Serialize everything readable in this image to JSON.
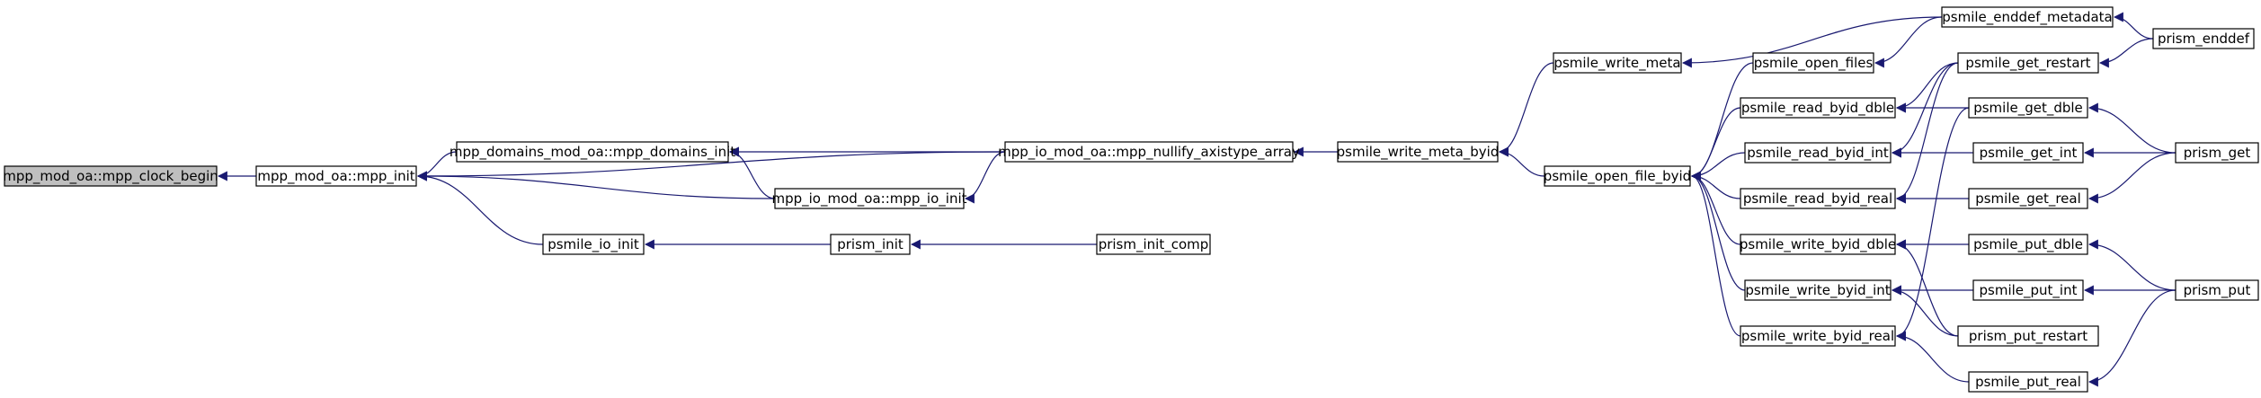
{
  "colors": {
    "edge": "#191970",
    "root_fill": "#bfbfbf",
    "node_fill": "#ffffff",
    "node_stroke": "#000000"
  },
  "nodes": [
    {
      "id": "clock_begin",
      "label": "mpp_mod_oa::mpp_clock_begin",
      "root": true
    },
    {
      "id": "mpp_init",
      "label": "mpp_mod_oa::mpp_init"
    },
    {
      "id": "domains_init",
      "label": "mpp_domains_mod_oa::mpp_domains_init"
    },
    {
      "id": "io_init",
      "label": "mpp_io_mod_oa::mpp_io_init"
    },
    {
      "id": "psmile_io_init",
      "label": "psmile_io_init"
    },
    {
      "id": "nullify",
      "label": "mpp_io_mod_oa::mpp_nullify_axistype_array"
    },
    {
      "id": "prism_init",
      "label": "prism_init"
    },
    {
      "id": "prism_init_comp",
      "label": "prism_init_comp"
    },
    {
      "id": "write_meta_byid",
      "label": "psmile_write_meta_byid"
    },
    {
      "id": "write_meta",
      "label": "psmile_write_meta"
    },
    {
      "id": "open_file_byid",
      "label": "psmile_open_file_byid"
    },
    {
      "id": "open_files",
      "label": "psmile_open_files"
    },
    {
      "id": "read_dble",
      "label": "psmile_read_byid_dble"
    },
    {
      "id": "read_int",
      "label": "psmile_read_byid_int"
    },
    {
      "id": "read_real",
      "label": "psmile_read_byid_real"
    },
    {
      "id": "write_dble",
      "label": "psmile_write_byid_dble"
    },
    {
      "id": "write_int",
      "label": "psmile_write_byid_int"
    },
    {
      "id": "write_real",
      "label": "psmile_write_byid_real"
    },
    {
      "id": "enddef_metadata",
      "label": "psmile_enddef_metadata"
    },
    {
      "id": "get_restart",
      "label": "psmile_get_restart"
    },
    {
      "id": "get_dble",
      "label": "psmile_get_dble"
    },
    {
      "id": "get_int",
      "label": "psmile_get_int"
    },
    {
      "id": "get_real",
      "label": "psmile_get_real"
    },
    {
      "id": "put_dble",
      "label": "psmile_put_dble"
    },
    {
      "id": "put_int",
      "label": "psmile_put_int"
    },
    {
      "id": "put_restart",
      "label": "prism_put_restart"
    },
    {
      "id": "put_real",
      "label": "psmile_put_real"
    },
    {
      "id": "prism_enddef",
      "label": "prism_enddef"
    },
    {
      "id": "prism_get",
      "label": "prism_get"
    },
    {
      "id": "prism_put",
      "label": "prism_put"
    }
  ],
  "edges": [
    {
      "from": "mpp_init",
      "to": "clock_begin"
    },
    {
      "from": "domains_init",
      "to": "mpp_init"
    },
    {
      "from": "io_init",
      "to": "mpp_init"
    },
    {
      "from": "psmile_io_init",
      "to": "mpp_init"
    },
    {
      "from": "nullify",
      "to": "mpp_init"
    },
    {
      "from": "nullify",
      "to": "domains_init"
    },
    {
      "from": "io_init",
      "to": "domains_init"
    },
    {
      "from": "nullify",
      "to": "io_init"
    },
    {
      "from": "prism_init",
      "to": "psmile_io_init"
    },
    {
      "from": "prism_init_comp",
      "to": "prism_init"
    },
    {
      "from": "write_meta_byid",
      "to": "nullify"
    },
    {
      "from": "write_meta",
      "to": "write_meta_byid"
    },
    {
      "from": "open_file_byid",
      "to": "write_meta_byid"
    },
    {
      "from": "enddef_metadata",
      "to": "write_meta"
    },
    {
      "from": "open_files",
      "to": "open_file_byid"
    },
    {
      "from": "read_dble",
      "to": "open_file_byid"
    },
    {
      "from": "read_int",
      "to": "open_file_byid"
    },
    {
      "from": "read_real",
      "to": "open_file_byid"
    },
    {
      "from": "write_dble",
      "to": "open_file_byid"
    },
    {
      "from": "write_int",
      "to": "open_file_byid"
    },
    {
      "from": "write_real",
      "to": "open_file_byid"
    },
    {
      "from": "enddef_metadata",
      "to": "open_files"
    },
    {
      "from": "get_restart",
      "to": "read_dble"
    },
    {
      "from": "get_dble",
      "to": "read_dble"
    },
    {
      "from": "get_restart",
      "to": "read_int"
    },
    {
      "from": "get_int",
      "to": "read_int"
    },
    {
      "from": "get_restart",
      "to": "read_real"
    },
    {
      "from": "get_real",
      "to": "read_real"
    },
    {
      "from": "put_dble",
      "to": "write_dble"
    },
    {
      "from": "put_restart",
      "to": "write_dble"
    },
    {
      "from": "put_int",
      "to": "write_int"
    },
    {
      "from": "put_restart",
      "to": "write_int"
    },
    {
      "from": "put_real",
      "to": "write_real"
    },
    {
      "from": "get_dble",
      "to": "write_real"
    },
    {
      "from": "prism_enddef",
      "to": "enddef_metadata"
    },
    {
      "from": "prism_enddef",
      "to": "get_restart"
    },
    {
      "from": "prism_get",
      "to": "get_dble"
    },
    {
      "from": "prism_get",
      "to": "get_int"
    },
    {
      "from": "prism_get",
      "to": "get_real"
    },
    {
      "from": "prism_put",
      "to": "put_dble"
    },
    {
      "from": "prism_put",
      "to": "put_int"
    },
    {
      "from": "prism_put",
      "to": "put_real"
    }
  ]
}
